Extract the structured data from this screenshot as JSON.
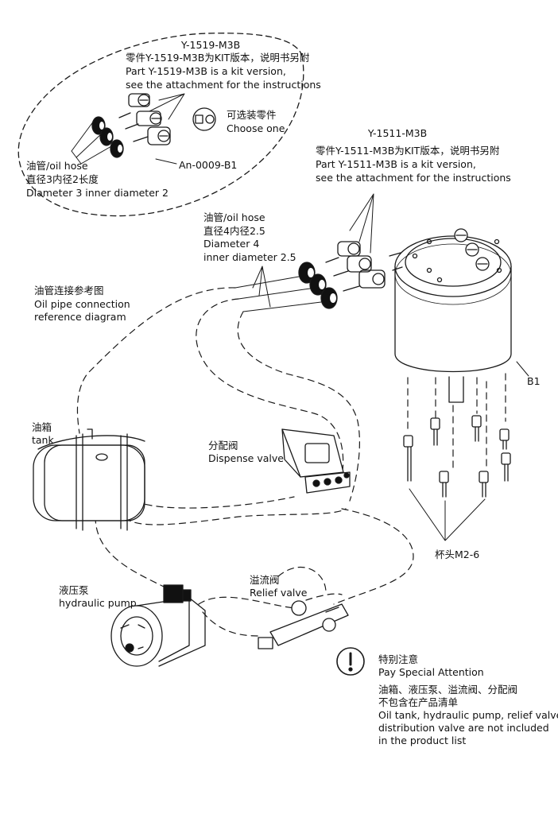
{
  "kit_1519": {
    "title": "Y-1519-M3B",
    "line_cn": "零件Y-1519-M3B为KIT版本，说明书另附",
    "line_en1": "Part Y-1519-M3B is a kit version,",
    "line_en2": "see the attachment for the instructions",
    "optional_cn": "可选装零件",
    "optional_en": "Choose one",
    "fitting_label": "An-0009-B1",
    "hose_cn": "油管/oil hose",
    "hose_cn2": "直径3内径2长度",
    "hose_en": "Diameter 3 inner diameter 2"
  },
  "kit_1511": {
    "title": "Y-1511-M3B",
    "line_cn": "零件Y-1511-M3B为KIT版本，说明书另附",
    "line_en1": "Part Y-1511-M3B is a kit version,",
    "line_en2": "see the attachment for the instructions"
  },
  "hose_main": {
    "cn": "油管/oil hose",
    "cn2": "直径4内径2.5",
    "en1": "Diameter 4",
    "en2": "inner diameter 2.5"
  },
  "reference": {
    "cn": "油管连接参考图",
    "en1": "Oil pipe connection",
    "en2": "reference diagram"
  },
  "cylinder_label": "B1",
  "bolts_label": "杯头M2-6",
  "tank": {
    "cn": "油箱",
    "en": "tank"
  },
  "dispense_valve": {
    "cn": "分配阀",
    "en": "Dispense valve"
  },
  "relief_valve": {
    "cn": "溢流阀",
    "en": "Relief valve"
  },
  "pump": {
    "cn": "液压泵",
    "en": "hydraulic pump"
  },
  "attention": {
    "cn": "特别注意",
    "en": "Pay Special Attention",
    "note_cn1": "油箱、液压泵、溢流阀、分配阀",
    "note_cn2": "不包含在产品清单",
    "note_en1": "Oil tank, hydraulic pump, relief valve,",
    "note_en2": "distribution valve are not included",
    "note_en3": "in the product list"
  }
}
